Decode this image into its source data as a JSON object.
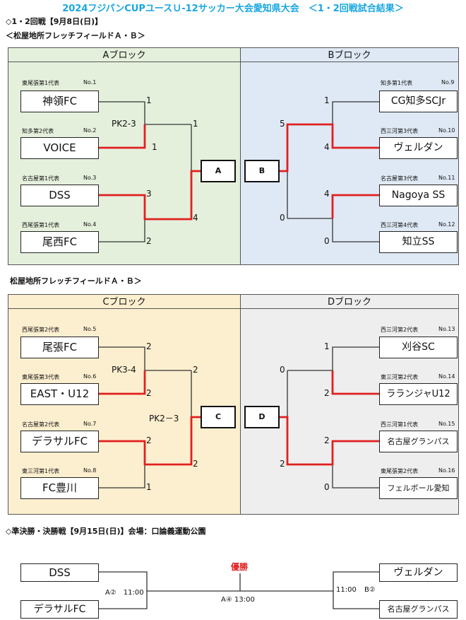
{
  "title": "2024フジパンCUPユースＵ-12サッカー大会愛知県大会　＜1・2回戦試合結果＞",
  "round12_heading": "◇1・2回戦【9月8日(日)】",
  "venue_ab": "＜松屋地所フレッチフィールドＡ・Ｂ＞",
  "venue_cd": "松屋地所フレッチフィールドＡ・Ｂ＞",
  "final_heading": "◇準決勝・決勝戦【9月15日(日)】会場：口論義運動公園",
  "blocks": {
    "a": {
      "name": "Aブロック",
      "teams": [
        {
          "seed": "東尾張第1代表",
          "no": "No.1",
          "name": "神領FC"
        },
        {
          "seed": "知多第2代表",
          "no": "No.2",
          "name": "VOICE"
        },
        {
          "seed": "名古屋第1代表",
          "no": "No.3",
          "name": "DSS"
        },
        {
          "seed": "西尾張第1代表",
          "no": "No.4",
          "name": "尾西FC"
        }
      ],
      "r1_scores": [
        "1",
        "1",
        "3",
        "2"
      ],
      "pk_label": "PK2-3",
      "r2_scores": [
        "1",
        "4"
      ],
      "winner_label": "A"
    },
    "b": {
      "name": "Bブロック",
      "teams": [
        {
          "seed": "知多第1代表",
          "no": "No.9",
          "name": "CG知多SCJr"
        },
        {
          "seed": "西三河第3代表",
          "no": "No.10",
          "name": "ヴェルダン"
        },
        {
          "seed": "名古屋第3代表",
          "no": "No.11",
          "name": "Nagoya SS"
        },
        {
          "seed": "西三河第4代表",
          "no": "No.12",
          "name": "知立SS"
        }
      ],
      "r1_scores": [
        "1",
        "4",
        "4",
        "0"
      ],
      "r2_scores": [
        "5",
        "0"
      ],
      "winner_label": "B"
    },
    "c": {
      "name": "Cブロック",
      "teams": [
        {
          "seed": "西尾張第2代表",
          "no": "No.5",
          "name": "尾張FC"
        },
        {
          "seed": "東尾張第3代表",
          "no": "No.6",
          "name": "EAST・U12"
        },
        {
          "seed": "名古屋第2代表",
          "no": "No.7",
          "name": "デラサルFC"
        },
        {
          "seed": "東三河第1代表",
          "no": "No.8",
          "name": "FC豊川"
        }
      ],
      "r1_scores": [
        "2",
        "2",
        "2",
        "1"
      ],
      "pk_label": "PK3-4",
      "pk2_label": "PK2－3",
      "r2_scores": [
        "2",
        "2"
      ],
      "winner_label": "C"
    },
    "d": {
      "name": "Dブロック",
      "teams": [
        {
          "seed": "西三河第2代表",
          "no": "No.13",
          "name": "刈谷SC"
        },
        {
          "seed": "東三河第2代表",
          "no": "No.14",
          "name": "ラランジャU12"
        },
        {
          "seed": "西三河第1代表",
          "no": "No.15",
          "name": "名古屋グランパス"
        },
        {
          "seed": "東尾張第2代表",
          "no": "No.16",
          "name": "フェルボール愛知"
        }
      ],
      "r1_scores": [
        "1",
        "2",
        "2",
        "0"
      ],
      "r2_scores": [
        "0",
        "2"
      ],
      "winner_label": "D"
    }
  },
  "finals": {
    "left_teams": [
      "DSS",
      "デラサルFC"
    ],
    "right_teams": [
      "ヴェルダン",
      "名古屋グランパス"
    ],
    "left_match": "A②　11:00",
    "right_time": "11:00",
    "right_code": "B②",
    "final_match": "A④ 13:00",
    "champion": "優勝"
  },
  "colors": {
    "title": "#1aa7e0",
    "block_a": "#e5f0dc",
    "block_b": "#dfe9f5",
    "block_c": "#fcefcf",
    "block_d": "#eeeeee",
    "winner_line": "#e02020"
  }
}
